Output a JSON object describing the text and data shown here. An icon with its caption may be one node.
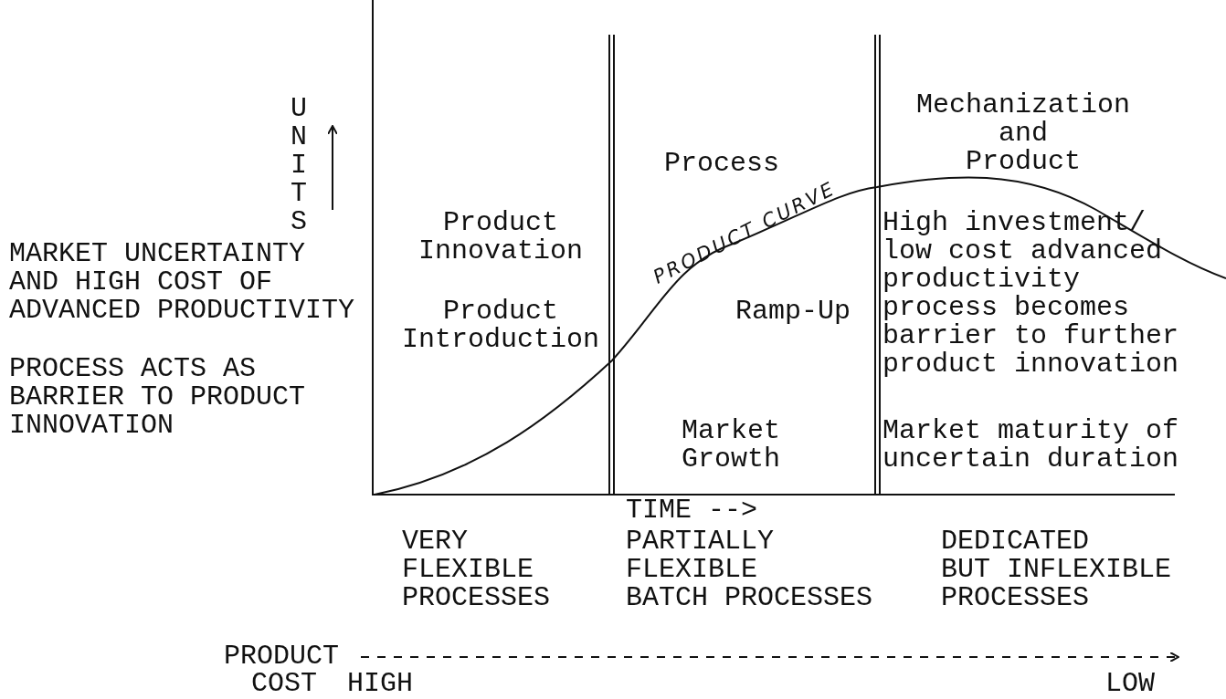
{
  "diagram": {
    "labels": [
      "Mechanization and Product",
      "Process",
      "PRODUCT CURVE",
      "UNITS",
      "Product Innovation",
      "MARKET UNCERTAINTY AND HIGH COST OF ADVANCED PRODUCTIVITY",
      "High investment/ low cost advanced productivity process becomes barrier to further product innovation",
      "Product Introduction",
      "Ramp-Up",
      "PROCESS ACTS AS BARRIER TO PRODUCT INNOVATION",
      "Market Growth",
      "Market maturity of uncertain duration",
      "TIME -->",
      "VERY FLEXIBLE PROCESSES",
      "PARTIALLY FLEXIBLE BATCH PROCESSES",
      "DEDICATED BUT INFLEXIBLE PROCESSES",
      "PRODUCT",
      "COST",
      "HIGH",
      "LOW"
    ]
  }
}
